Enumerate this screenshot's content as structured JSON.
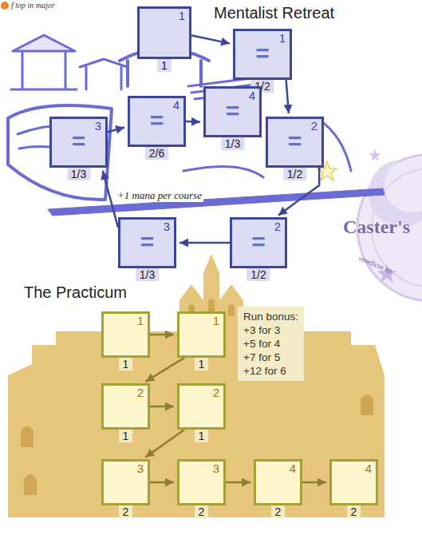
{
  "diagram": {
    "nodes": [
      {
        "text": [
          "1",
          "1"
        ]
      },
      {
        "text": [
          "1",
          "=",
          "1/2"
        ]
      },
      {
        "text": [
          "2",
          "=",
          "1/2"
        ]
      },
      {
        "text": [
          "2",
          "=",
          "1/2"
        ]
      },
      {
        "text": [
          "3",
          "=",
          "1/3"
        ]
      },
      {
        "text": [
          "3",
          "=",
          "1/3"
        ]
      },
      {
        "text": [
          "4",
          "=",
          "2/6"
        ]
      },
      {
        "text": [
          "4",
          "=",
          "1/3"
        ]
      },
      {
        "text": [
          "1",
          "1"
        ]
      },
      {
        "text": [
          "1",
          "1"
        ]
      },
      {
        "text": [
          "2",
          "1"
        ]
      },
      {
        "text": [
          "2",
          "1"
        ]
      },
      {
        "text": [
          "3",
          "2"
        ]
      },
      {
        "text": [
          "3",
          "2"
        ]
      },
      {
        "text": [
          "4",
          "2"
        ]
      },
      {
        "text": [
          "4",
          "2"
        ]
      },
      {
        "text": [
          "Run bonus:",
          "+3 for 3",
          "+5 for 4",
          "+7 for 5",
          "+12 for 6"
        ]
      }
    ],
    "edges": [
      {
        "from": 0,
        "to": 1,
        "arrow": "to"
      },
      {
        "from": 1,
        "to": 2,
        "arrow": "to"
      },
      {
        "from": 2,
        "to": 3,
        "arrow": "to"
      },
      {
        "from": 3,
        "to": 4,
        "arrow": "to"
      },
      {
        "from": 4,
        "to": 5,
        "arrow": "to"
      },
      {
        "from": 5,
        "to": 6,
        "arrow": "to"
      },
      {
        "from": 6,
        "to": 7,
        "arrow": "to"
      },
      {
        "from": 8,
        "to": 9,
        "arrow": "to"
      },
      {
        "from": 9,
        "to": 10,
        "arrow": "to"
      },
      {
        "from": 10,
        "to": 11,
        "arrow": "to"
      },
      {
        "from": 11,
        "to": 12,
        "arrow": "to"
      },
      {
        "from": 12,
        "to": 13,
        "arrow": "to"
      },
      {
        "from": 13,
        "to": 14,
        "arrow": "to"
      },
      {
        "from": 14,
        "to": 15,
        "arrow": "to"
      }
    ],
    "labels": [
      "f top in major",
      "Mentalist Retreat",
      "+1 mana per course",
      "The Practicum",
      "Caster's",
      "veneficus op"
    ]
  }
}
